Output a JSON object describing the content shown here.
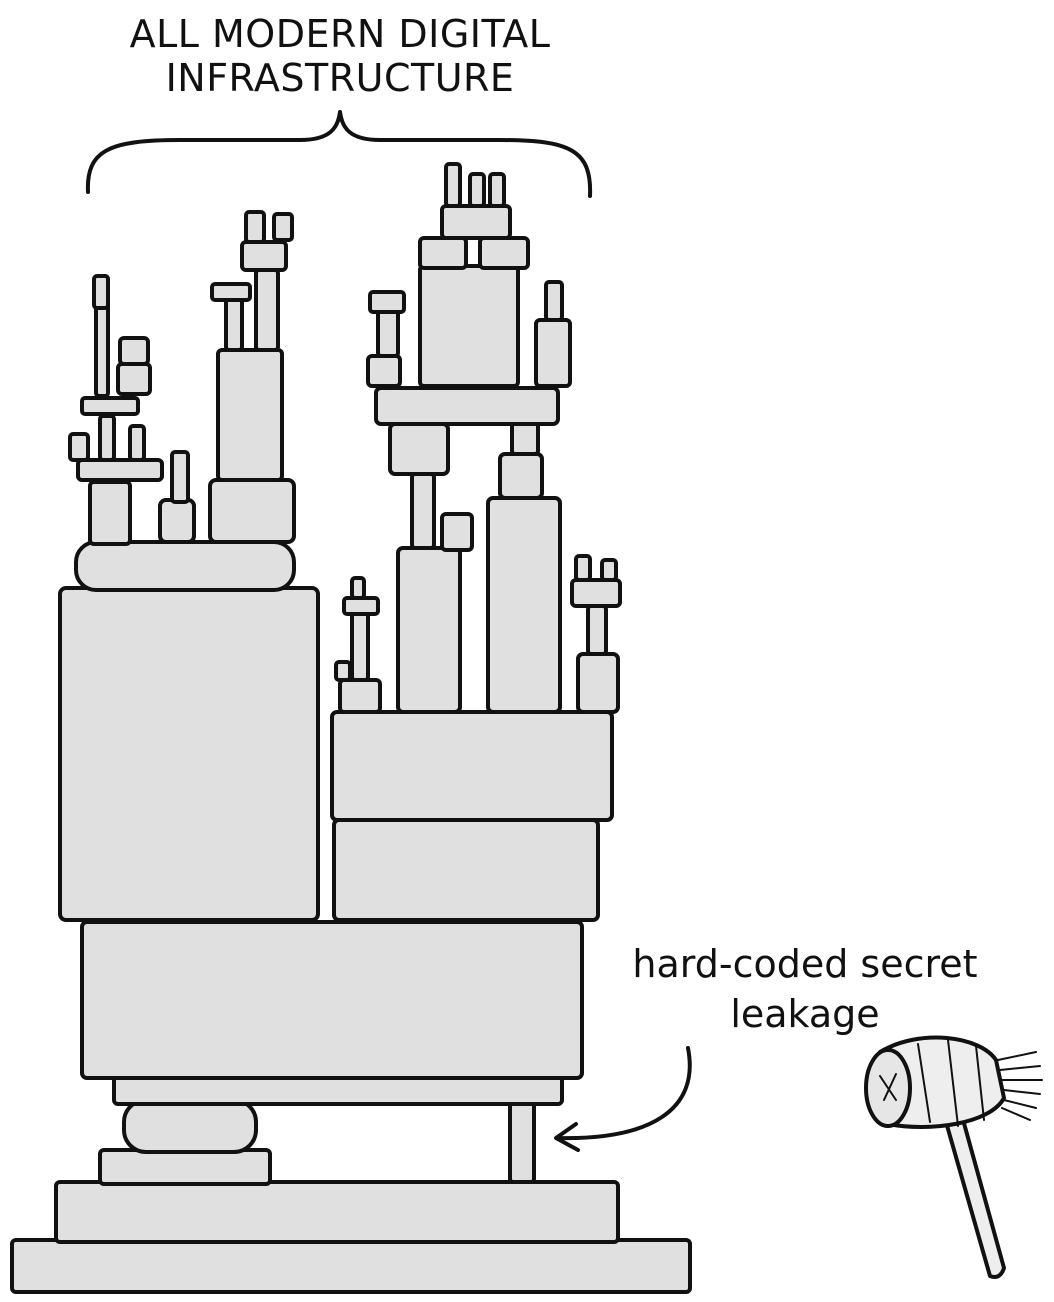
{
  "title": {
    "line1": "ALL MODERN DIGITAL",
    "line2": "INFRASTRUCTURE"
  },
  "annotation": {
    "line1": "hard-coded secret",
    "line2": "leakage"
  },
  "icons": {
    "brace": "curly-brace-icon",
    "arrow": "curved-arrow-icon",
    "hammer": "wooden-mallet-icon"
  },
  "colors": {
    "block_fill": "#e0e0e0",
    "ink": "#111111",
    "background": "#ffffff"
  }
}
